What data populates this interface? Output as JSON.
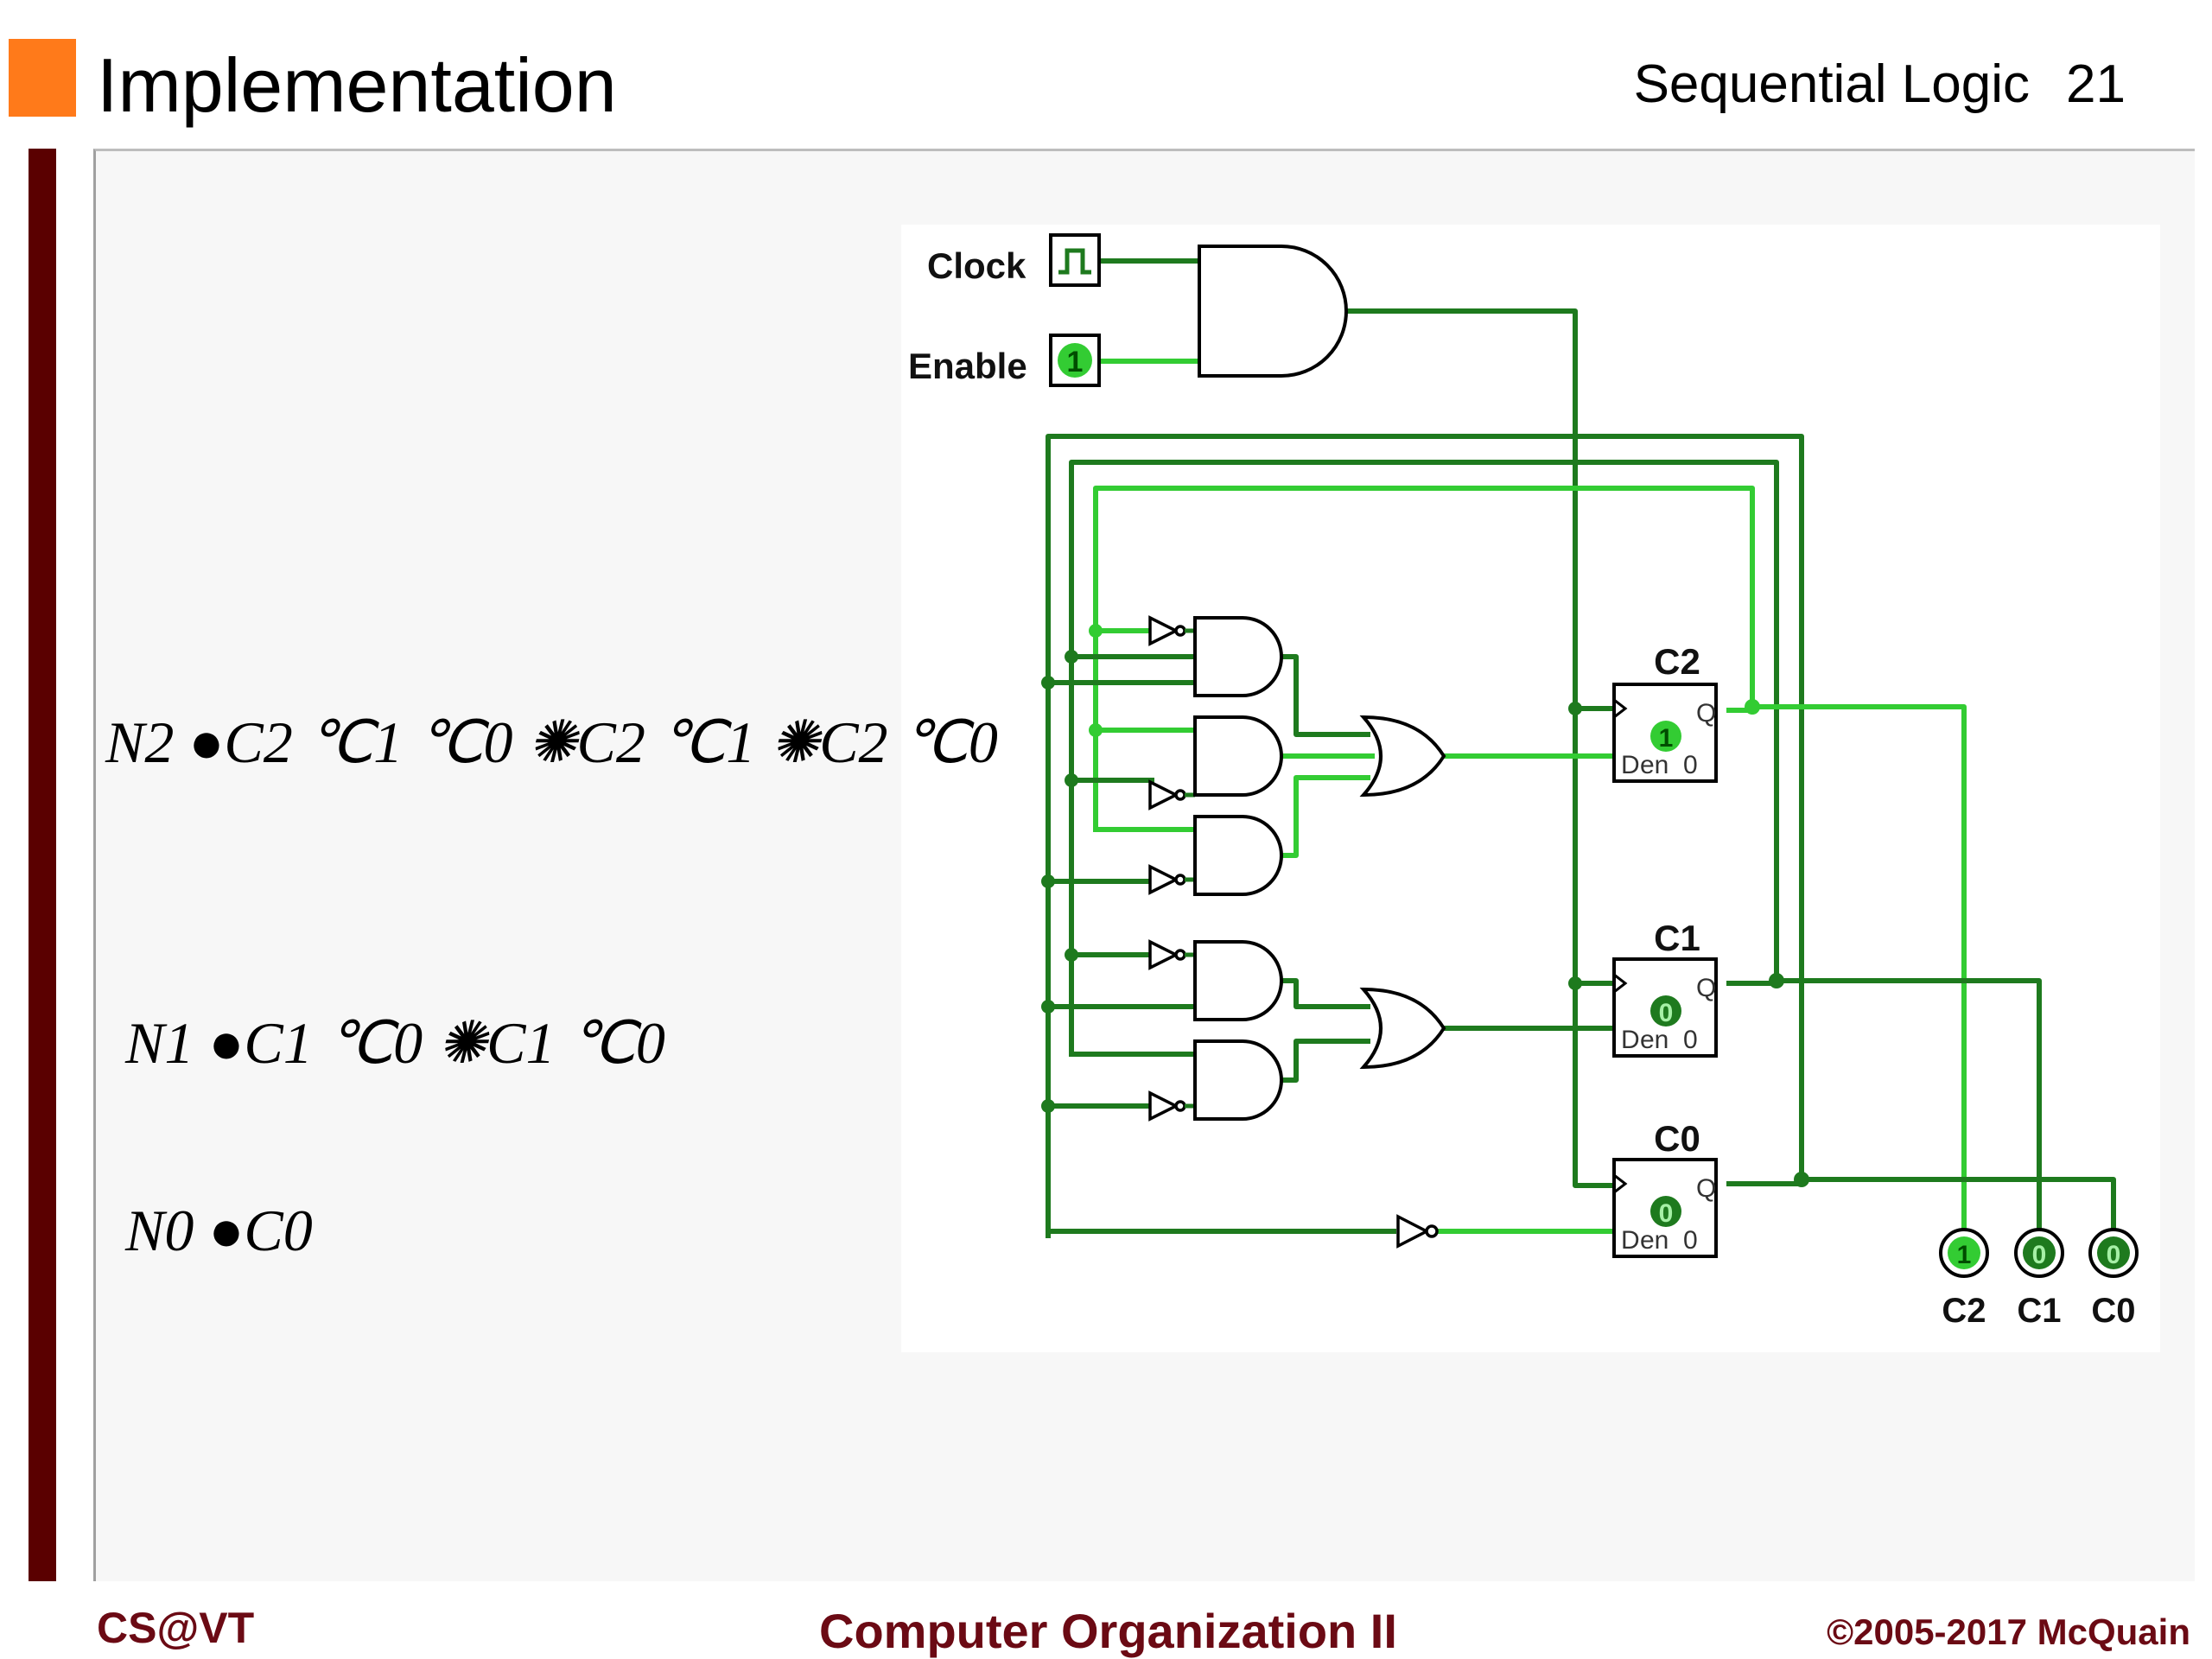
{
  "header": {
    "title": "Implementation",
    "section": "Sequential Logic",
    "page_number": "21"
  },
  "equations": {
    "n2": "N2 ●C2 ℃1 ℃0 ✺C2 ℃1 ✺C2 ℃0",
    "n1": "N1 ●C1 ℃0 ✺C1 ℃0",
    "n0": "N0 ●C0"
  },
  "circuit": {
    "clock_label": "Clock",
    "enable_label": "Enable",
    "enable_value": "1",
    "ff_c2_label": "C2",
    "ff_c1_label": "C1",
    "ff_c0_label": "C0",
    "ff_c2_value": "1",
    "ff_c1_value": "0",
    "ff_c0_value": "0",
    "ff_q": "Q",
    "ff_d": "D",
    "ff_en": "en",
    "ff_0": "0",
    "out_c2_value": "1",
    "out_c1_value": "0",
    "out_c0_value": "0",
    "out_c2_label": "C2",
    "out_c1_label": "C1",
    "out_c0_label": "C0"
  },
  "colors": {
    "wire_dark": "#1e7a1e",
    "wire_light": "#33cc33",
    "accent_orange": "#ff7a1a",
    "bar_maroon": "#5a0000",
    "footer_text": "#6b0a14"
  },
  "footer": {
    "left": "CS@VT",
    "center": "Computer Organization II",
    "right": "©2005-2017 McQuain"
  }
}
